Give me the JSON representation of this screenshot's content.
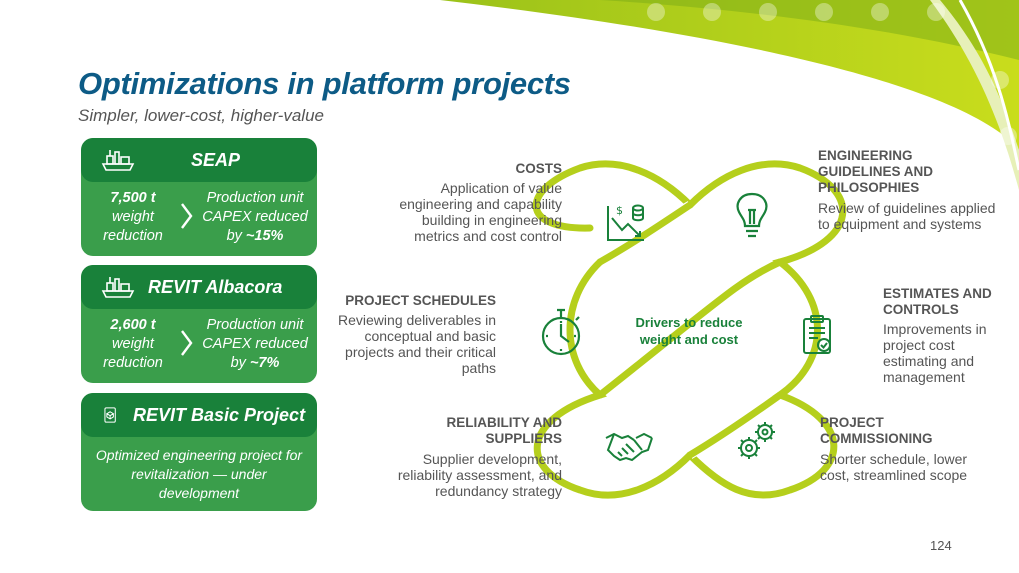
{
  "header": {
    "title": "Optimizations in platform projects",
    "subtitle": "Simpler, lower-cost, higher-value"
  },
  "cards": [
    {
      "title": "SEAP",
      "icon": "platform-icon",
      "left_bold": "7,500 t",
      "left_rest": "weight reduction",
      "right_text": "Production unit CAPEX reduced by",
      "right_bold": "~15%"
    },
    {
      "title": "REVIT Albacora",
      "icon": "platform-icon",
      "left_bold": "2,600 t",
      "left_rest": "weight reduction",
      "right_text": "Production unit CAPEX reduced by",
      "right_bold": "~7%"
    },
    {
      "title": "REVIT Basic Project",
      "icon": "tablet-cube-icon",
      "text": "Optimized engineering project for revitalization — under development"
    }
  ],
  "diagram": {
    "center": "Drivers to reduce weight and cost",
    "drivers": [
      {
        "title": "COSTS",
        "desc": "Application of value engineering and capability building in engineering metrics and cost control",
        "icon": "cost-chart-icon"
      },
      {
        "title": "ENGINEERING GUIDELINES AND PHILOSOPHIES",
        "desc": "Review of guidelines applied to equipment and systems",
        "icon": "lightbulb-icon"
      },
      {
        "title": "ESTIMATES AND CONTROLS",
        "desc": "Improvements in project cost estimating and management",
        "icon": "clipboard-check-icon"
      },
      {
        "title": "PROJECT COMMISSIONING",
        "desc": "Shorter schedule, lower cost, streamlined scope",
        "icon": "gears-icon"
      },
      {
        "title": "RELIABILITY AND SUPPLIERS",
        "desc": "Supplier development, reliability assessment, and redundancy strategy",
        "icon": "handshake-icon"
      },
      {
        "title": "PROJECT SCHEDULES",
        "desc": "Reviewing deliverables in conceptual and basic projects and their critical paths",
        "icon": "stopwatch-icon"
      }
    ]
  },
  "page_number": "124",
  "colors": {
    "title": "#0d5b86",
    "card": "#3a9e4b",
    "card_head": "#19813a",
    "ring": "#b5cf1c",
    "icon": "#19813a"
  }
}
